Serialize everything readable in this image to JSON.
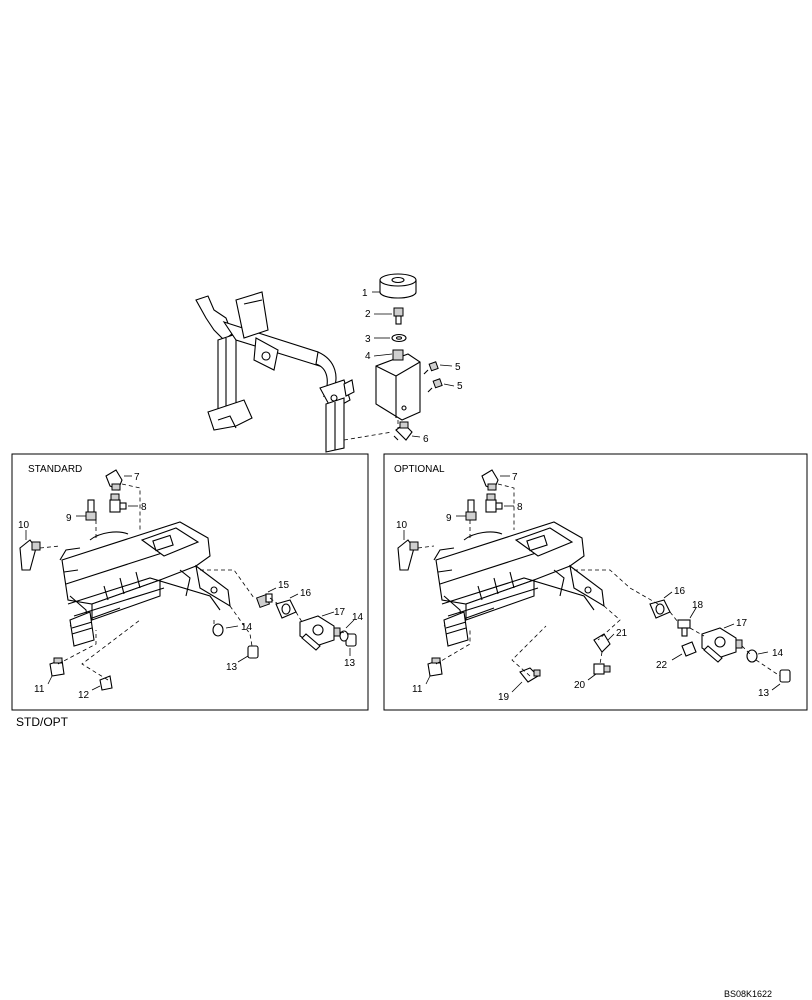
{
  "panels": {
    "standard_title": "STANDARD",
    "optional_title": "OPTIONAL"
  },
  "labels": {
    "top": [
      "1",
      "2",
      "3",
      "4",
      "5",
      "5",
      "6"
    ],
    "standard": [
      "7",
      "8",
      "9",
      "10",
      "11",
      "12",
      "13",
      "13",
      "14",
      "14",
      "15",
      "16",
      "17"
    ],
    "optional": [
      "7",
      "8",
      "9",
      "10",
      "11",
      "13",
      "14",
      "16",
      "17",
      "18",
      "19",
      "20",
      "21",
      "22"
    ]
  },
  "footer": {
    "variant_label": "STD/OPT",
    "drawing_code": "BS08K1622"
  }
}
